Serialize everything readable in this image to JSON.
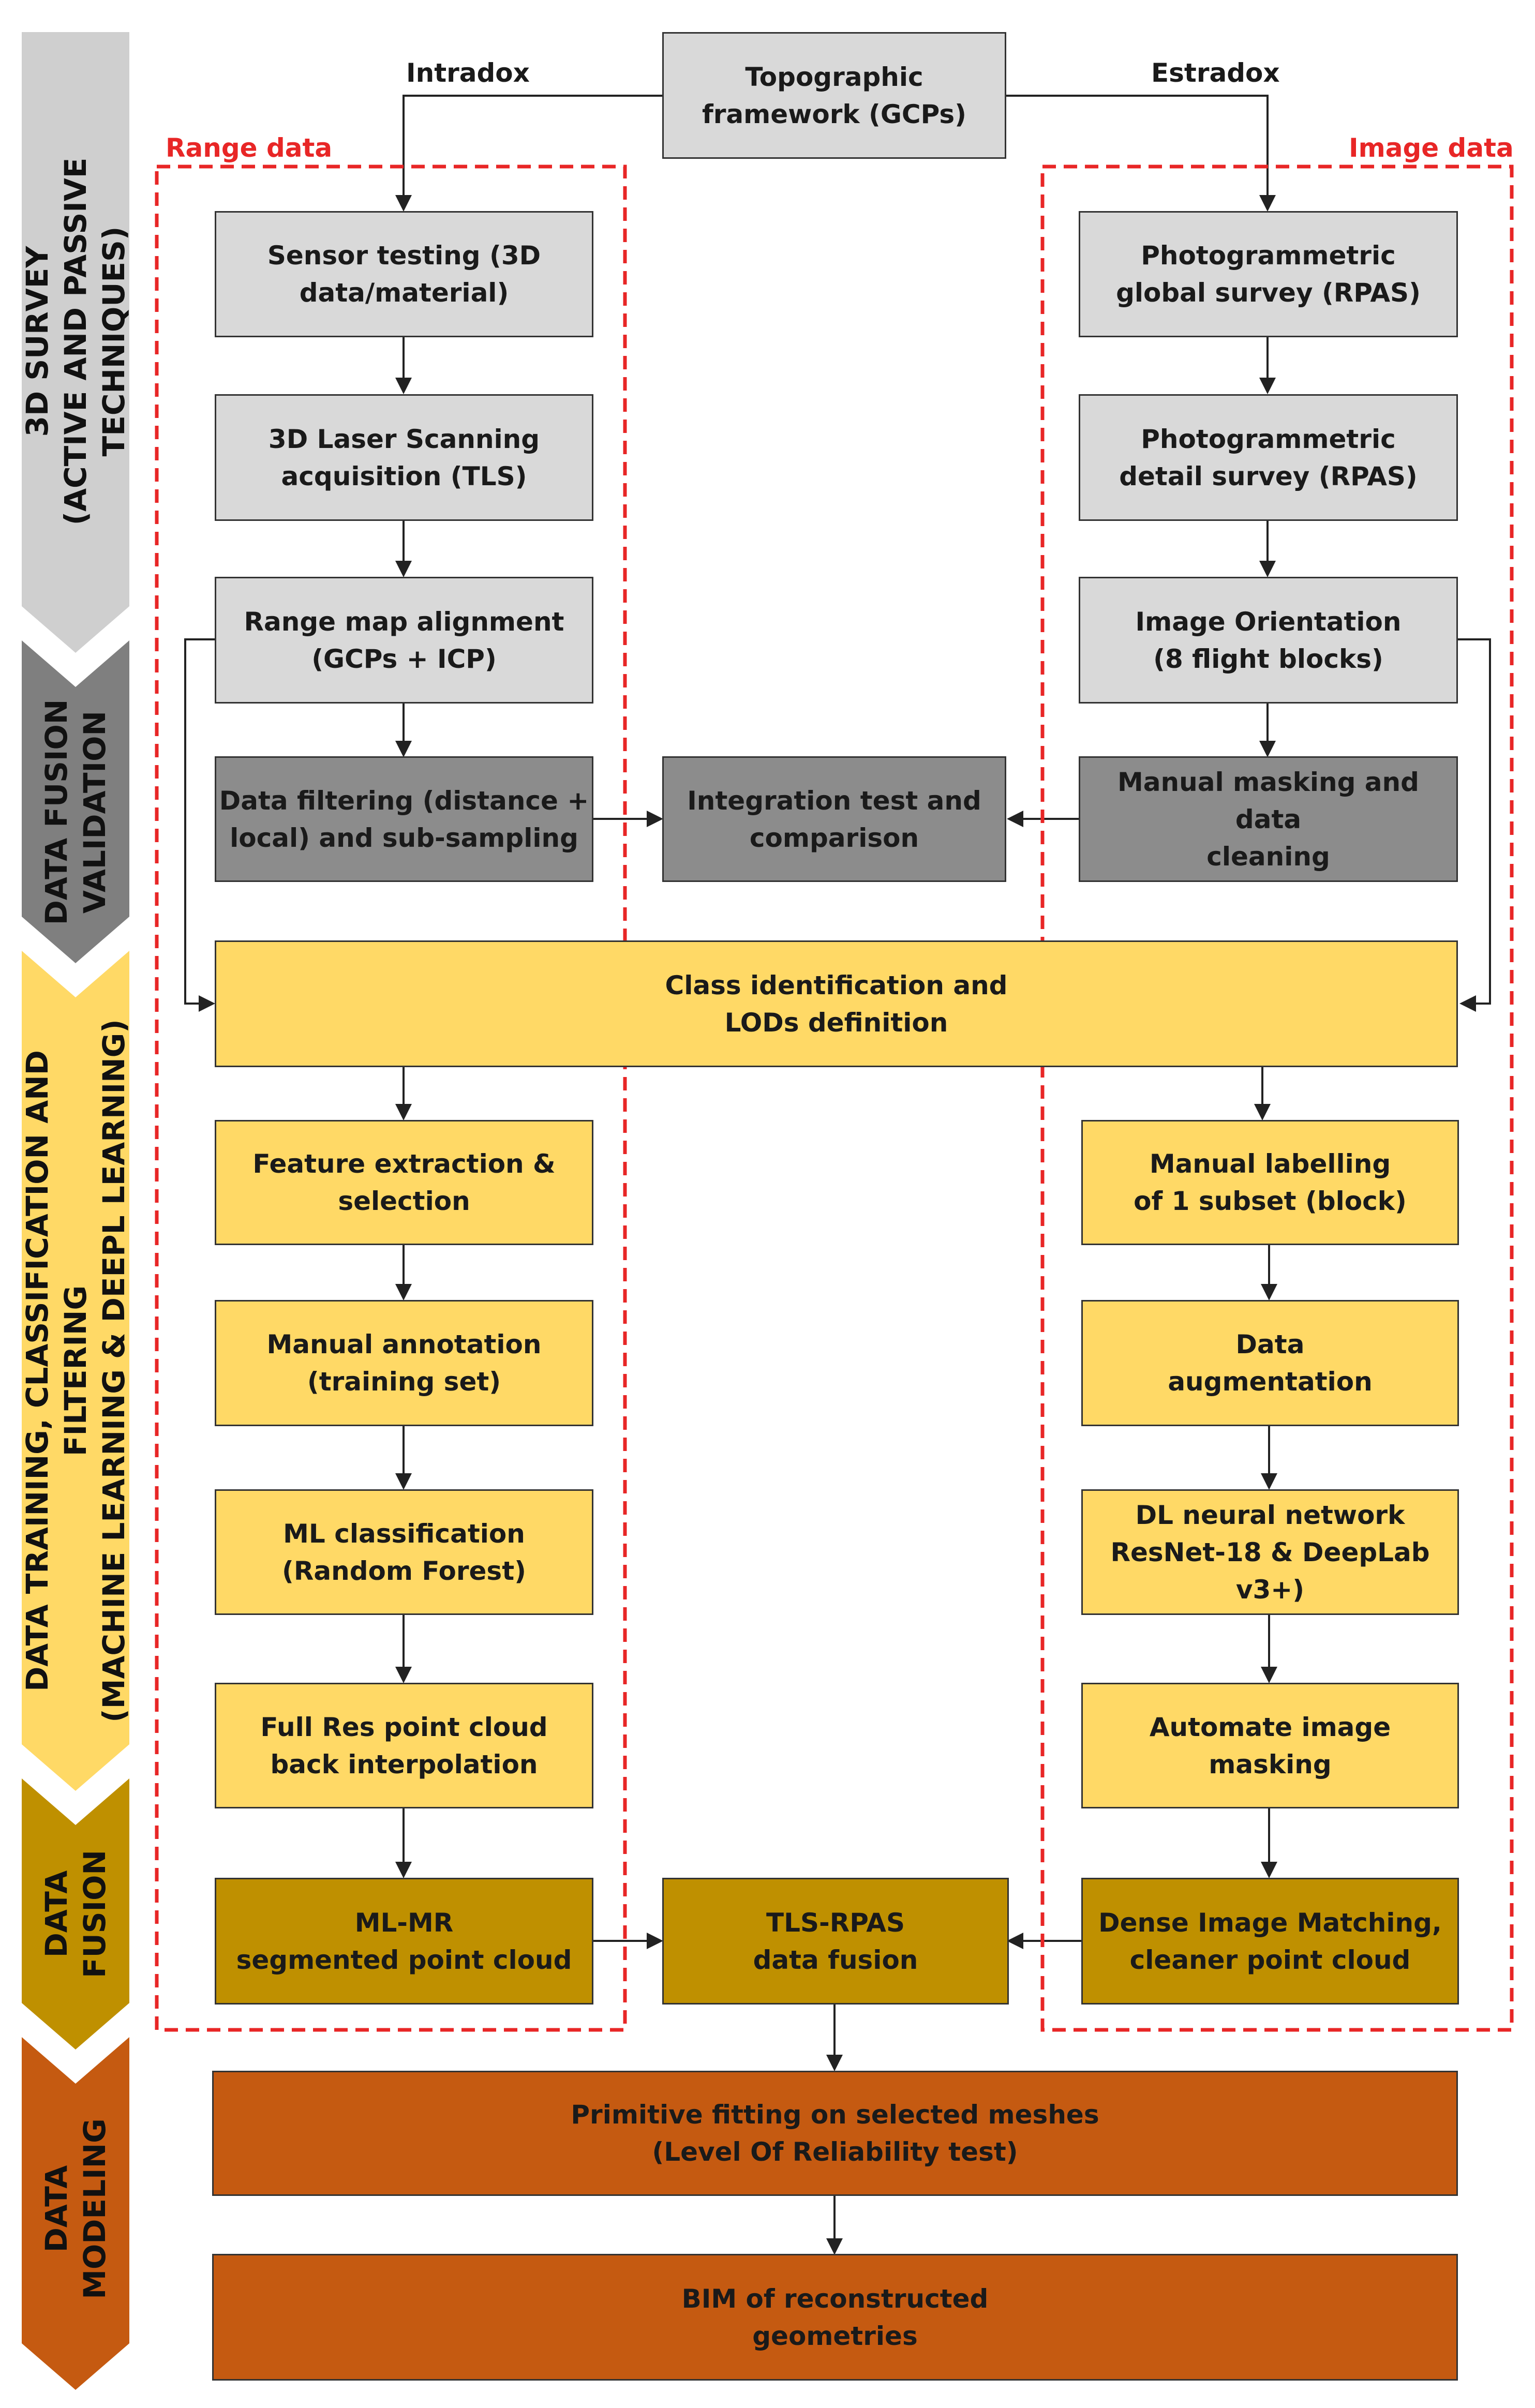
{
  "colors": {
    "survey_box": "#d9d9d9",
    "validation_box": "#8c8c8c",
    "training_box": "#ffd966",
    "fusion_box": "#bf9000",
    "modeling_box": "#c55a11",
    "group_border": "#e82626",
    "phase_survey": "#cfcfcf",
    "phase_validation": "#7f7f7f",
    "phase_training": "#ffd966",
    "phase_fusion": "#bf9000",
    "phase_modeling": "#c55a11"
  },
  "phases": [
    {
      "id": "survey",
      "label": "3D SURVEY\n(ACTIVE AND PASSIVE TECHNIQUES)"
    },
    {
      "id": "validation",
      "label": "DATA FUSION\nVALIDATION"
    },
    {
      "id": "training",
      "label": "DATA TRAINING, CLASSIFICATION AND FILTERING\n(MACHINE LEARNING & DEEPL LEARNING)"
    },
    {
      "id": "fusion",
      "label": "DATA\nFUSION"
    },
    {
      "id": "modeling",
      "label": "DATA\nMODELING"
    }
  ],
  "labels": {
    "intradox": "Intradox",
    "estradox": "Estradox",
    "range_data": "Range data",
    "image_data": "Image data"
  },
  "nodes": {
    "topo": "Topographic\nframework (GCPs)",
    "sensor": "Sensor testing (3D\ndata/material)",
    "laser": "3D Laser Scanning\nacquisition (TLS)",
    "range_align": "Range map alignment\n(GCPs + ICP)",
    "filtering": "Data filtering (distance +\nlocal) and sub-sampling",
    "integration": "Integration test and\ncomparison",
    "masking_clean": "Manual masking and data\ncleaning",
    "photo_global": "Photogrammetric\nglobal survey (RPAS)",
    "photo_detail": "Photogrammetric\ndetail survey (RPAS)",
    "image_orient": "Image Orientation\n(8 flight blocks)",
    "class_id": "Class identification and\nLODs definition",
    "feature": "Feature extraction &\nselection",
    "annotation": "Manual annotation\n(training set)",
    "ml_class": "ML classification\n(Random Forest)",
    "full_res": "Full Res point cloud\nback interpolation",
    "manual_label": "Manual labelling\nof 1 subset (block)",
    "augment": "Data\naugmentation",
    "dl_net": "DL neural network\nResNet-18 & DeepLab  v3+)",
    "auto_mask": "Automate image\nmasking",
    "ml_mr": "ML-MR\nsegmented point cloud",
    "tls_rpas": "TLS-RPAS\ndata fusion",
    "dense": "Dense Image Matching,\ncleaner point cloud",
    "primitive": "Primitive fitting on selected meshes\n(Level Of Reliability test)",
    "bim": "BIM of reconstructed\ngeometries"
  }
}
